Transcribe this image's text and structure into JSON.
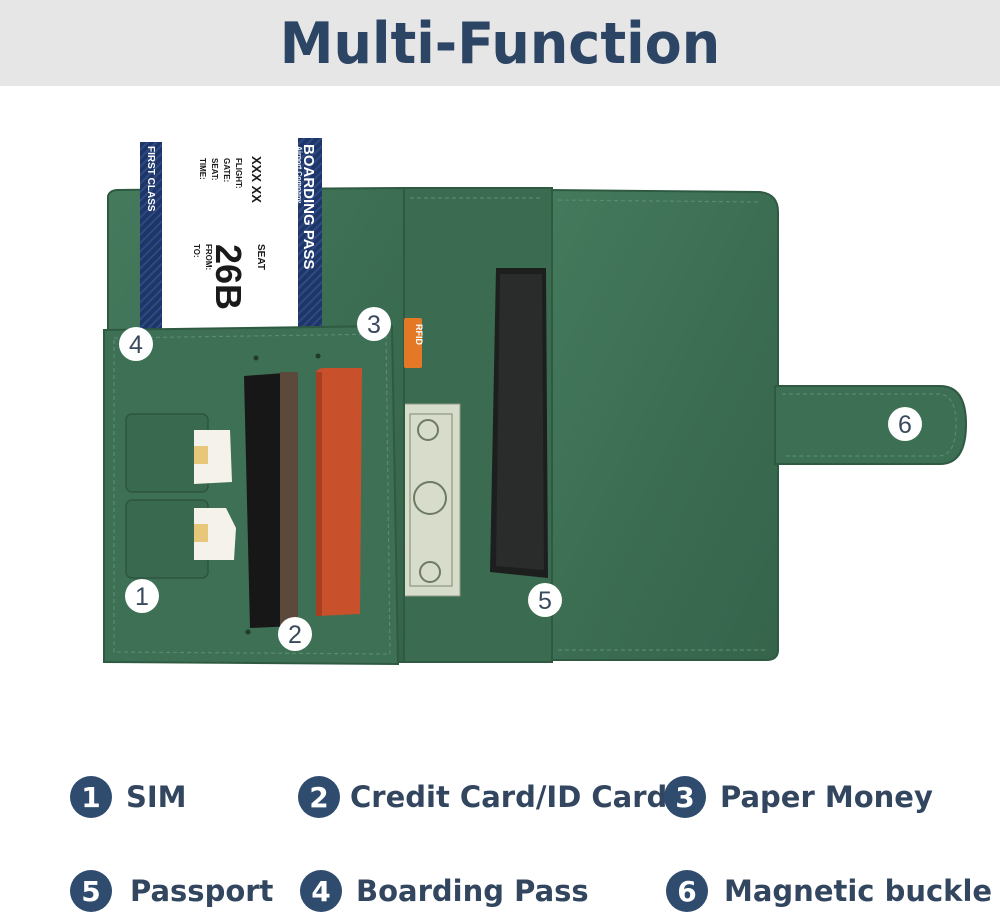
{
  "title": "Multi-Function",
  "ticket": {
    "class_label": "FIRST CLASS",
    "brand": "BOARDING PASS",
    "brand_sub": "Airport Company",
    "flight_code": "XXX  XX",
    "fields": [
      "FLIGHT:",
      "GATE:",
      "SEAT:",
      "TIME:"
    ],
    "seat_label": "SEAT",
    "seat": "26B",
    "from_label": "FROM:",
    "to_label": "TO:"
  },
  "rfid_tag": "RFID",
  "bubbles": [
    "1",
    "2",
    "3",
    "4",
    "5",
    "6"
  ],
  "legend": [
    {
      "num": "1",
      "label": "SIM"
    },
    {
      "num": "2",
      "label": "Credit Card/ID Card"
    },
    {
      "num": "3",
      "label": "Paper Money"
    },
    {
      "num": "5",
      "label": "Passport"
    },
    {
      "num": "4",
      "label": "Boarding Pass"
    },
    {
      "num": "6",
      "label": "Magnetic buckle"
    }
  ],
  "colors": {
    "leather": "#3f7257",
    "leather_dark": "#2e5a43",
    "accent": "#2f4b6e",
    "title": "#2d4564",
    "title_bar": "#e6e6e6"
  }
}
